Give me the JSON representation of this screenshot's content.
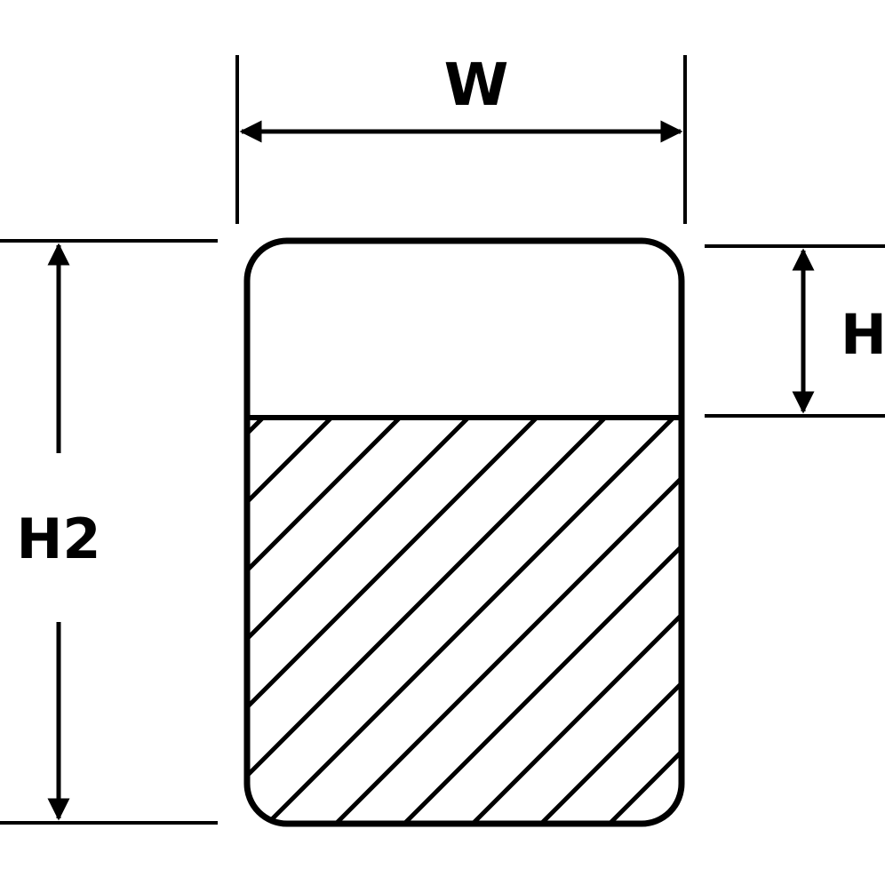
{
  "labels": {
    "width": "W",
    "height": "H",
    "height2": "H2"
  },
  "colors": {
    "stroke": "#000000",
    "background": "#ffffff"
  }
}
